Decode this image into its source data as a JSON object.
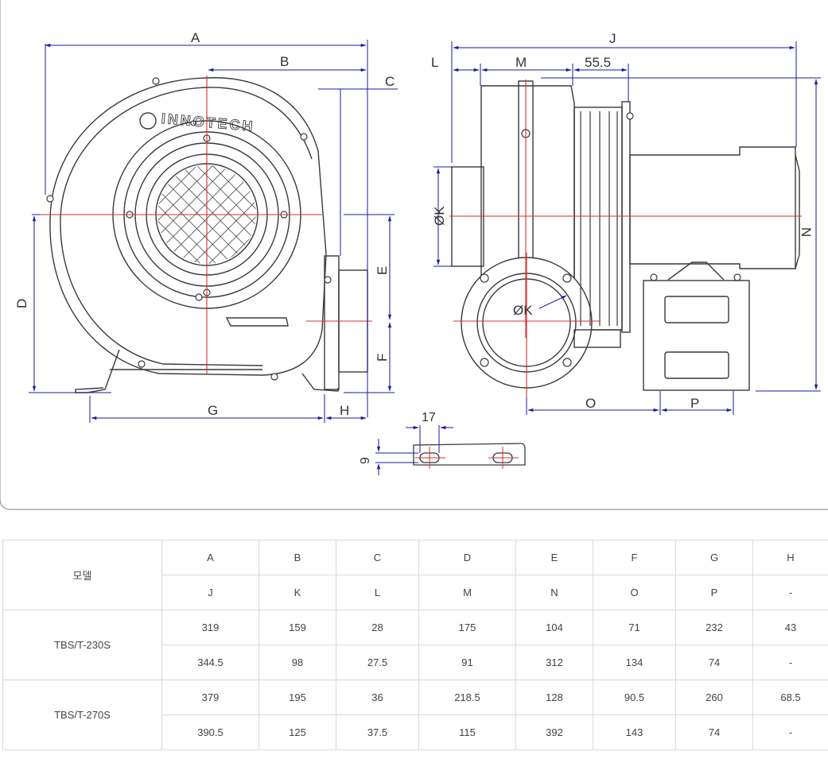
{
  "drawing": {
    "logo_text": "INNOTECH",
    "labels": {
      "A": "A",
      "B": "B",
      "C": "C",
      "D": "D",
      "E": "E",
      "F": "F",
      "G": "G",
      "H": "H",
      "J": "J",
      "L": "L",
      "M": "M",
      "M_value": "55.5",
      "K_outer": "ØK",
      "K_inner": "ØK",
      "N": "N",
      "O": "O",
      "P": "P",
      "slot_width": "17",
      "slot_height": "9"
    },
    "colors": {
      "line": "#3a3a3a",
      "dimension": "#1a1aa6",
      "center": "#d9302c",
      "panel_border": "#9a9a9a"
    }
  },
  "table": {
    "model_header": "모델",
    "header_row_1": [
      "A",
      "B",
      "C",
      "D",
      "E",
      "F",
      "G",
      "H"
    ],
    "header_row_2": [
      "J",
      "K",
      "L",
      "M",
      "N",
      "O",
      "P",
      "-"
    ],
    "models": [
      {
        "name": "TBS/T-230S",
        "row_1": [
          "319",
          "159",
          "28",
          "175",
          "104",
          "71",
          "232",
          "43"
        ],
        "row_2": [
          "344.5",
          "98",
          "27.5",
          "91",
          "312",
          "134",
          "74",
          "-"
        ]
      },
      {
        "name": "TBS/T-270S",
        "row_1": [
          "379",
          "195",
          "36",
          "218.5",
          "128",
          "90.5",
          "260",
          "68.5"
        ],
        "row_2": [
          "390.5",
          "125",
          "37.5",
          "115",
          "392",
          "143",
          "74",
          "-"
        ]
      }
    ]
  }
}
